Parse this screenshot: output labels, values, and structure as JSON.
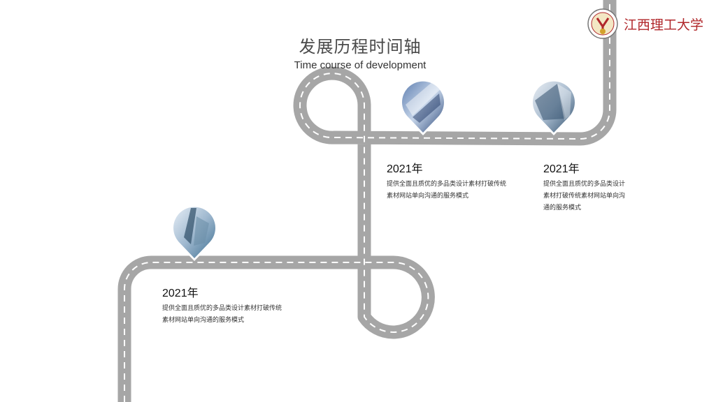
{
  "header": {
    "title": "发展历程时间轴",
    "subtitle": "Time course of development"
  },
  "logo": {
    "name": "江西理工大学",
    "brand_color": "#b0262a"
  },
  "road": {
    "color": "#a6a6a6",
    "dash_color": "#ffffff"
  },
  "milestones": [
    {
      "year": "2021年",
      "desc_line1": "提供全面且质优的多品类设计素材打破传统",
      "desc_line2": "素材网站单向沟通的服务模式"
    },
    {
      "year": "2021年",
      "desc_line1": "提供全面且质优的多品类设计素材打破传统",
      "desc_line2": "素材网站单向沟通的服务模式"
    },
    {
      "year": "2021年",
      "desc_line1": "提供全面且质优的多品类设计",
      "desc_line2": "素材打破传统素材网站单向沟",
      "desc_line3": "通的服务模式"
    }
  ]
}
